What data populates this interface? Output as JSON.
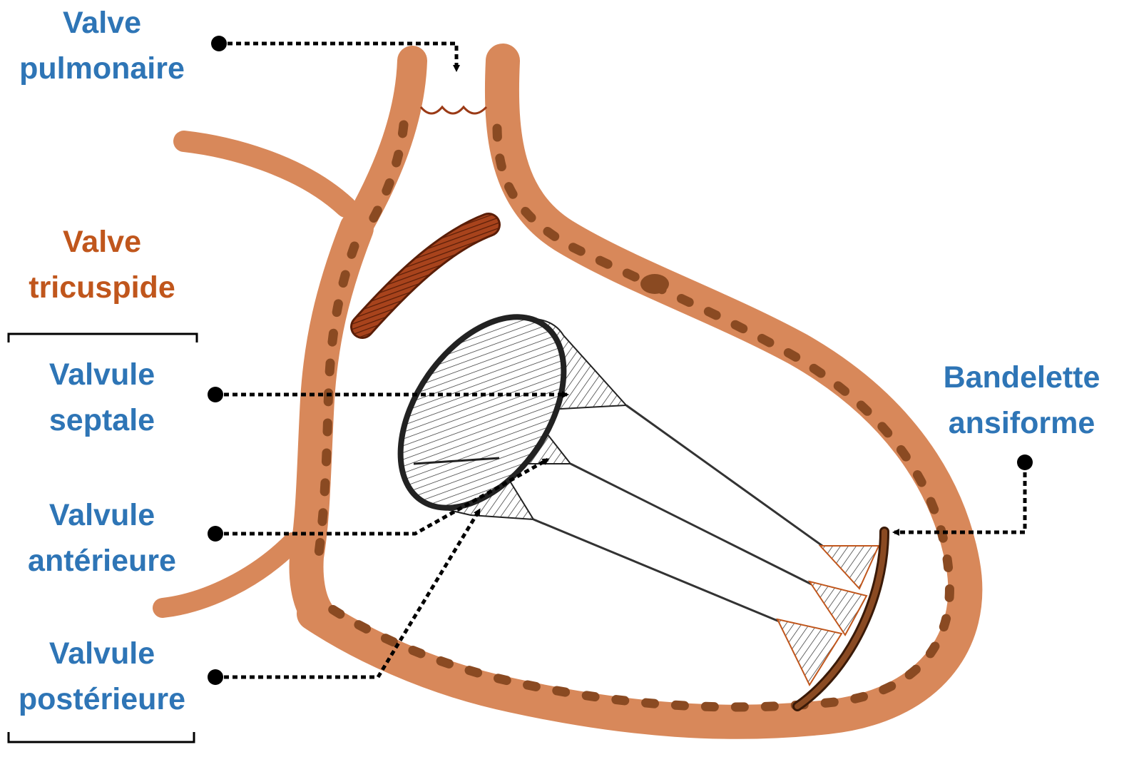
{
  "labels": {
    "pulmonary": {
      "line1": "Valve",
      "line2": "pulmonaire"
    },
    "tricuspid": {
      "line1": "Valve",
      "line2": "tricuspide"
    },
    "septal": {
      "line1": "Valvule",
      "line2": "septale"
    },
    "anterior": {
      "line1": "Valvule",
      "line2": "antérieure"
    },
    "posterior": {
      "line1": "Valvule",
      "line2": "postérieure"
    },
    "moderator_band": {
      "line1": "Bandelette",
      "line2": "ansiforme"
    }
  },
  "colors": {
    "label_blue": "#2e75b6",
    "label_brown": "#c0561c",
    "heart_wall": "#d8885a",
    "wall_dots": "#8a4a22",
    "valve_ring": "#9a3a16",
    "leaflet": "#222222"
  }
}
